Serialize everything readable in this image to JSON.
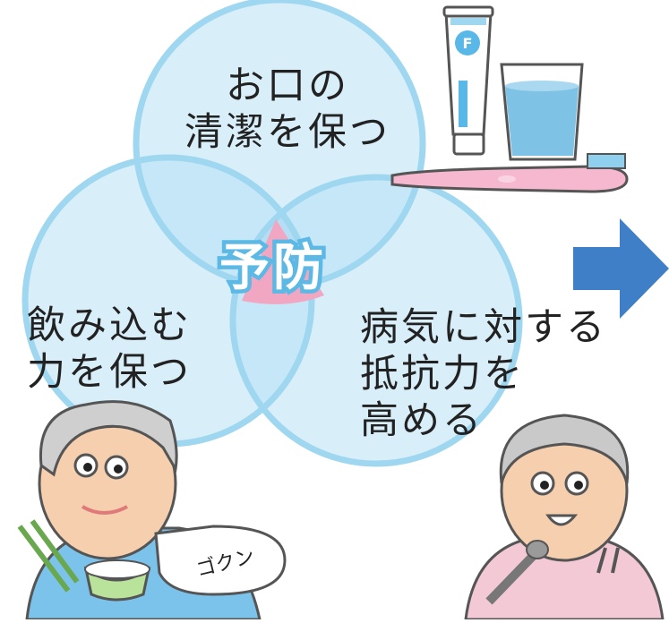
{
  "venn": {
    "center_label": "予防",
    "top": {
      "line1": "お口の",
      "line2": "清潔を保つ"
    },
    "left": {
      "line1": "飲み込む",
      "line2": "力を保つ"
    },
    "right": {
      "line1": "病気に対する",
      "line2": "抵抗力を",
      "line3": "高める"
    }
  },
  "speech_bubble": {
    "text": "ゴクン"
  },
  "colors": {
    "circle_fill": "#d8eef9",
    "circle_stroke": "#9fd7f1",
    "overlap_fill": "#bfe3f6",
    "center_fill": "#f1a6c2",
    "center_text": "#ffffff",
    "center_outline": "#5cb8e4",
    "arrow": "#3f7fc8",
    "toothbrush": "#f5b8cf"
  },
  "icons": [
    "toothpaste-tube-icon",
    "water-glass-icon",
    "toothbrush-icon",
    "right-arrow-icon",
    "elderly-man-eating-illustration",
    "elderly-woman-singing-illustration"
  ]
}
